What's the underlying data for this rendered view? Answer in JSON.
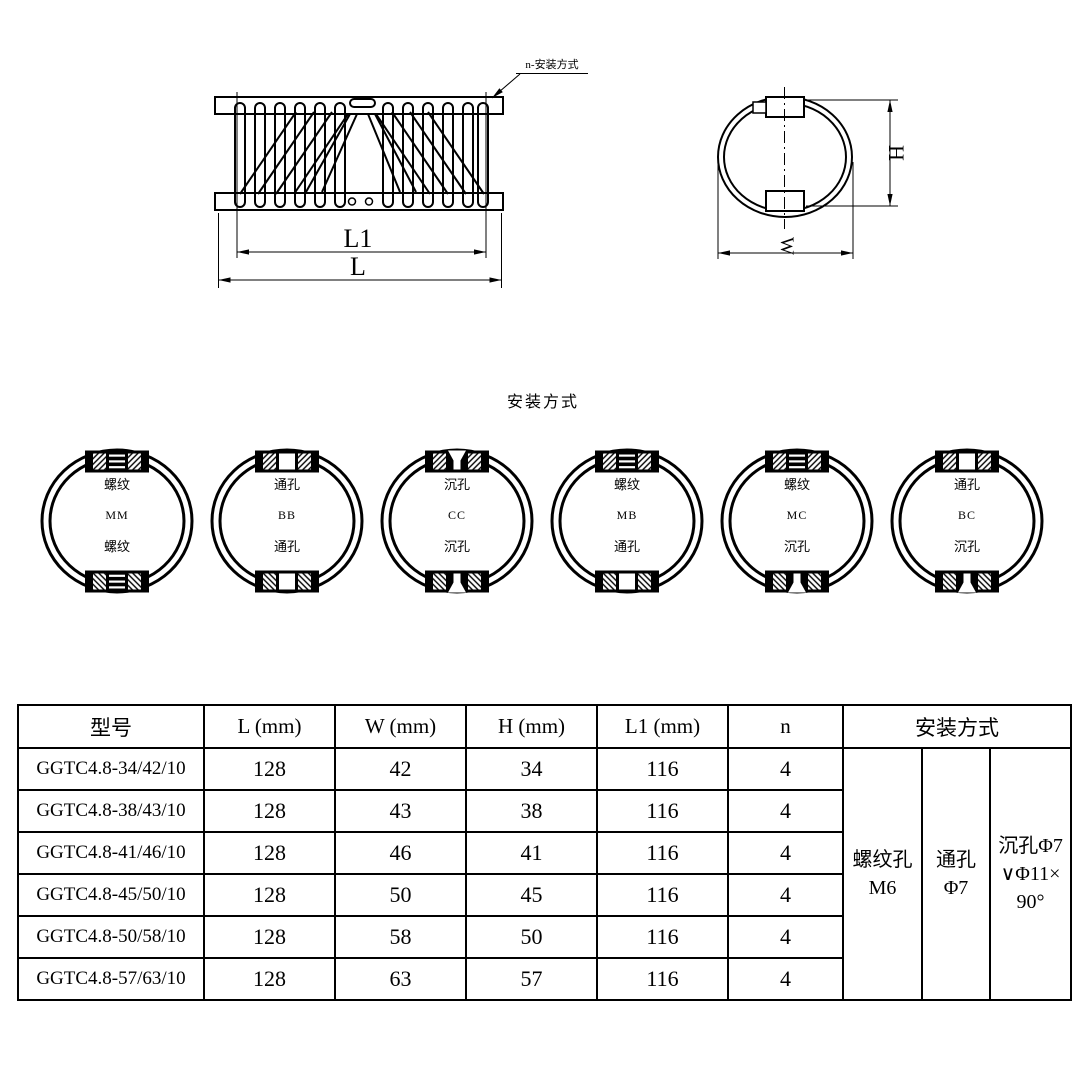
{
  "page": {
    "background": "#ffffff",
    "ink": "#000000"
  },
  "drawing": {
    "leader_label": "n-安装方式",
    "dims": {
      "l1": "L1",
      "l": "L",
      "h": "H",
      "w": "W"
    }
  },
  "mounts": {
    "title": "安装方式",
    "items": [
      {
        "code": "MM",
        "top_label": "螺纹",
        "bottom_label": "螺纹",
        "top_type": "thread",
        "bottom_type": "thread"
      },
      {
        "code": "BB",
        "top_label": "通孔",
        "bottom_label": "通孔",
        "top_type": "hole",
        "bottom_type": "hole"
      },
      {
        "code": "CC",
        "top_label": "沉孔",
        "bottom_label": "沉孔",
        "top_type": "csink",
        "bottom_type": "csink"
      },
      {
        "code": "MB",
        "top_label": "螺纹",
        "bottom_label": "通孔",
        "top_type": "thread",
        "bottom_type": "hole"
      },
      {
        "code": "MC",
        "top_label": "螺纹",
        "bottom_label": "沉孔",
        "top_type": "thread",
        "bottom_type": "csink"
      },
      {
        "code": "BC",
        "top_label": "通孔",
        "bottom_label": "沉孔",
        "top_type": "hole",
        "bottom_type": "csink"
      }
    ]
  },
  "table": {
    "headers": [
      "型号",
      "L (mm)",
      "W (mm)",
      "H (mm)",
      "L1 (mm)",
      "n",
      "安装方式"
    ],
    "rows": [
      [
        "GGTC4.8-34/42/10",
        "128",
        "42",
        "34",
        "116",
        "4"
      ],
      [
        "GGTC4.8-38/43/10",
        "128",
        "43",
        "38",
        "116",
        "4"
      ],
      [
        "GGTC4.8-41/46/10",
        "128",
        "46",
        "41",
        "116",
        "4"
      ],
      [
        "GGTC4.8-45/50/10",
        "128",
        "50",
        "45",
        "116",
        "4"
      ],
      [
        "GGTC4.8-50/58/10",
        "128",
        "58",
        "50",
        "116",
        "4"
      ],
      [
        "GGTC4.8-57/63/10",
        "128",
        "63",
        "57",
        "116",
        "4"
      ]
    ],
    "install_cells": [
      "螺纹孔\nM6",
      "通孔\nΦ7",
      "沉孔Φ7\n∨Φ11×\n90°"
    ]
  }
}
